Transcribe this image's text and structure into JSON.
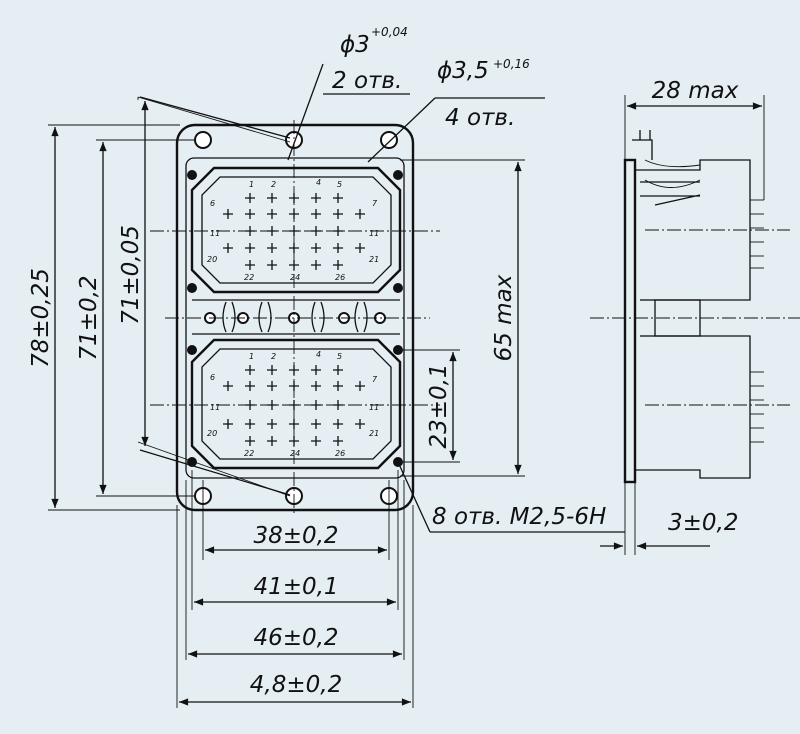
{
  "drawing": {
    "callouts": {
      "hole_small": {
        "dia": "ϕ3",
        "tol": "+0,04",
        "count": "2 отв."
      },
      "hole_large": {
        "dia": "ϕ3,5",
        "tol": "+0,16",
        "count": "4 отв."
      },
      "thread": "8 отв. М2,5-6Н"
    },
    "dims": {
      "h78": "78±0,25",
      "h71a": "71±0,2",
      "h71b": "71±0,05",
      "h65": "65 max",
      "h23": "23±0,1",
      "w38": "38±0,2",
      "w41": "41±0,1",
      "w46": "46±0,2",
      "w48": "4,8±0,2",
      "side_depth": "28 max",
      "side_flange": "3±0,2"
    },
    "pin_labels": {
      "top_row": [
        "1",
        "2",
        "4",
        "5"
      ],
      "left_col": [
        "6",
        "11",
        "20"
      ],
      "right_col": [
        "7",
        "11",
        "21"
      ],
      "bottom_row": [
        "22",
        "24",
        "26"
      ]
    }
  }
}
